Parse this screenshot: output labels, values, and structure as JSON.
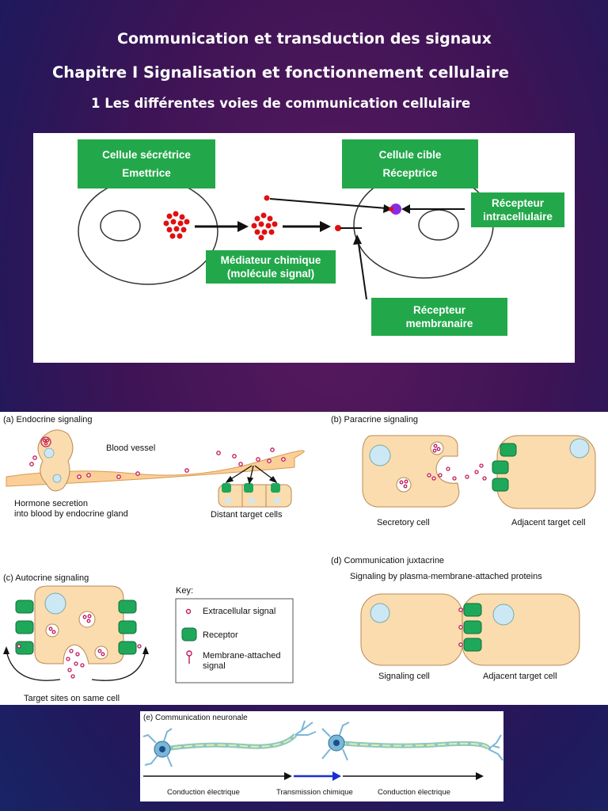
{
  "titles": {
    "line1": "Communication et transduction des signaux",
    "line2": "Chapitre I Signalisation et fonctionnement cellulaire",
    "line3": "1 Les différentes voies  de communication cellulaire"
  },
  "top_diagram": {
    "secretory_cell": {
      "title": "Cellule sécrétrice",
      "subtitle": "Emettrice"
    },
    "target_cell": {
      "title": "Cellule cible",
      "subtitle": "Réceptrice"
    },
    "intracellular_receptor": {
      "line1": "Récepteur",
      "line2": "intracellulaire"
    },
    "chemical_mediator": {
      "line1": "Médiateur chimique",
      "line2": "(molécule signal)"
    },
    "membrane_receptor": {
      "line1": "Récepteur",
      "line2": "membranaire"
    }
  },
  "signaling": {
    "endocrine": {
      "panel_title": "(a)  Endocrine signaling",
      "blood_vessel": "Blood vessel",
      "secretion_line1": "Hormone secretion",
      "secretion_line2": "into blood by endocrine gland",
      "distant_cells": "Distant target cells"
    },
    "paracrine": {
      "panel_title": "(b)  Paracrine signaling",
      "secretory": "Secretory cell",
      "adjacent": "Adjacent target cell"
    },
    "autocrine": {
      "panel_title": "(c)  Autocrine signaling",
      "target_sites": "Target sites on same cell"
    },
    "key": {
      "title": "Key:",
      "extracellular": "Extracellular signal",
      "receptor": "Receptor",
      "membrane_line1": "Membrane-attached",
      "membrane_line2": "signal"
    },
    "juxtacrine": {
      "panel_title": "(d) Communication juxtacrine",
      "subtitle": "Signaling by plasma-membrane-attached proteins",
      "signaling_cell": "Signaling cell",
      "adjacent": "Adjacent target cell"
    }
  },
  "neuronal": {
    "panel_title": "(e) Communication neuronale",
    "conduction_left": "Conduction électrique",
    "transmission": "Transmission chimique",
    "conduction_right": "Conduction électrique"
  },
  "colors": {
    "green_box": "#22a84a",
    "cell_fill": "#fbdcae",
    "receptor_green": "#1fa85a",
    "signal_magenta": "#c2185b",
    "mediator_red": "#e01010",
    "intracellular_purple": "#8a2be2"
  }
}
